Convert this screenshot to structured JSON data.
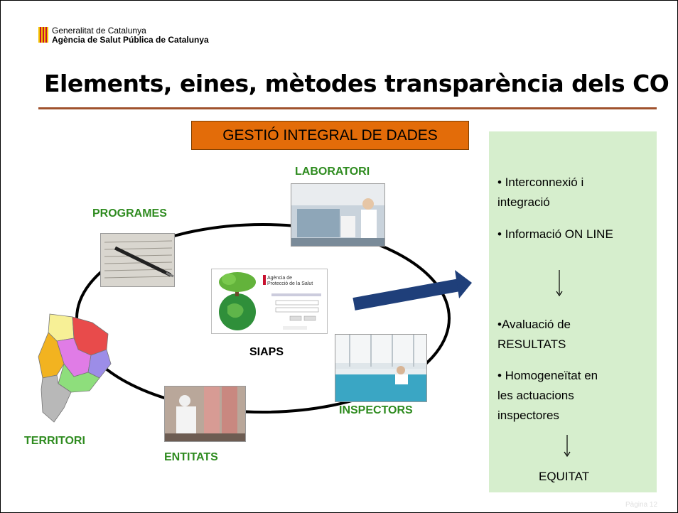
{
  "header": {
    "org_line1": "Generalitat de Catalunya",
    "org_line2": "Agència de Salut Pública de Catalunya",
    "logo_icon": "catalan-flag-icon"
  },
  "slide": {
    "title": "Elements, eines, mètodes transparència dels CO",
    "banner": "GESTIÓ INTEGRAL DE DADES",
    "center_label": "SIAPS",
    "page_number": "Pàgina 12"
  },
  "cycle_nodes": {
    "laboratori": "LABORATORI",
    "programes": "PROGRAMES",
    "inspectors": "INSPECTORS",
    "entitats": "ENTITATS",
    "territori": "TERRITORI"
  },
  "siaps_window": {
    "org": "Agència de Protecció de la Salut"
  },
  "panel": {
    "item1_line1": "• Interconnexió i",
    "item1_line2": "integració",
    "item2": "• Informació ON LINE",
    "item3_line1": "•Avaluació de",
    "item3_line2": "RESULTATS",
    "item4_line1": "• Homogeneïtat en",
    "item4_line2": "les actuacions",
    "item4_line3": "inspectores",
    "result": "EQUITAT"
  },
  "colors": {
    "label_green": "#2e8b1f",
    "banner_orange": "#e36c09",
    "panel_green": "#d6eecd",
    "arrow_blue": "#1f3f7a",
    "rule_brown": "#a0522d"
  }
}
